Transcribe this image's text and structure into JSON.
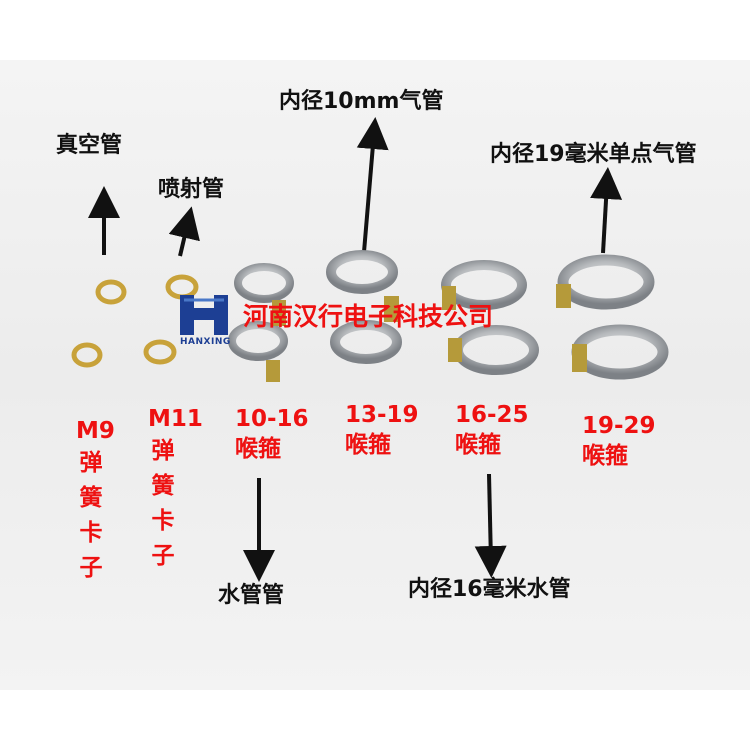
{
  "annotations": {
    "vacuum_tube": "真空管",
    "spray_tube": "喷射管",
    "air_tube_10mm": "内径10mm气管",
    "air_tube_19mm": "内径19毫米单点气管",
    "water_tube": "水管管",
    "water_tube_16mm": "内径16毫米水管"
  },
  "sizes": [
    {
      "line1": "M9",
      "line2": "弹簧卡子"
    },
    {
      "line1": "M11",
      "line2": "弹簧卡子"
    },
    {
      "line1": "10-16",
      "line2": "喉箍"
    },
    {
      "line1": "13-19",
      "line2": "喉箍"
    },
    {
      "line1": "16-25",
      "line2": "喉箍"
    },
    {
      "line1": "19-29",
      "line2": "喉箍"
    }
  ],
  "watermark": {
    "company": "河南汉行电子科技公司",
    "logo_text": "HANXING"
  },
  "colors": {
    "label_red": "#ee1111",
    "logo_blue": "#1d3f94",
    "clamp_steel": "#b9bcbf",
    "spring_clip": "#c8a23a"
  }
}
